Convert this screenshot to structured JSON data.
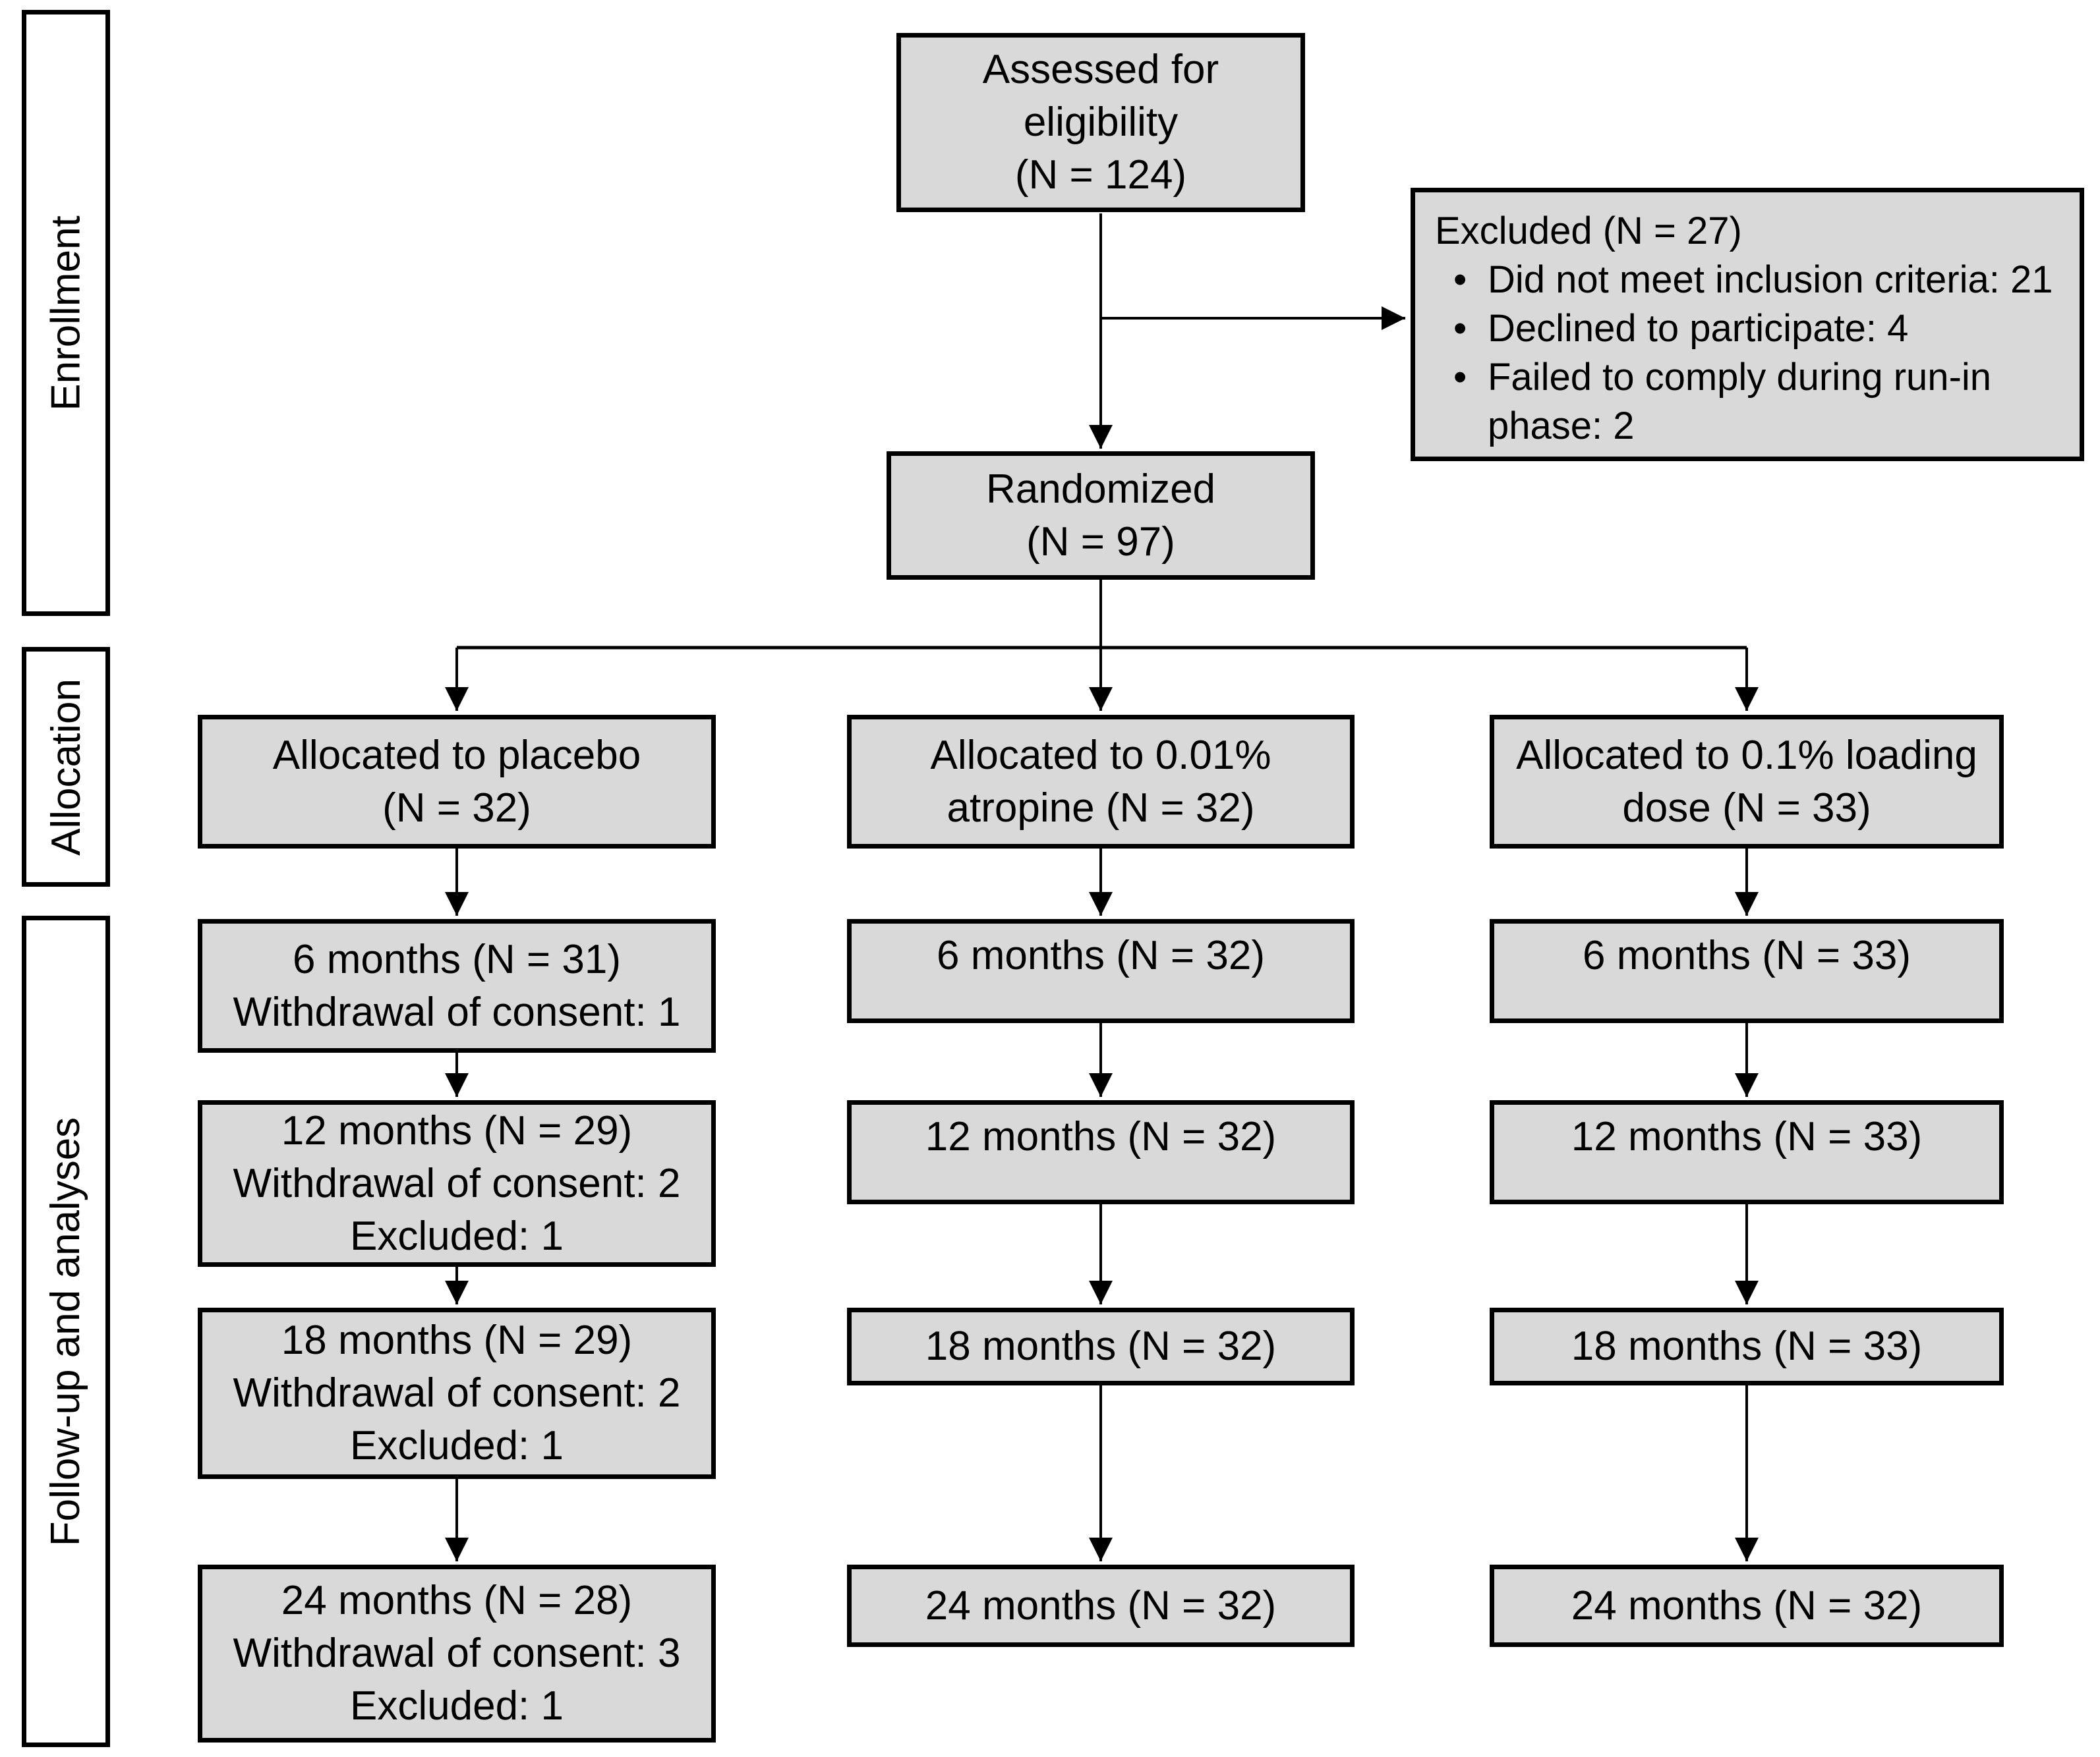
{
  "stages": {
    "enrollment": "Enrollment",
    "allocation": "Allocation",
    "followup": "Follow-up and analyses"
  },
  "bullet_char": "•",
  "boxes": {
    "assessed": {
      "lines": [
        "Assessed for",
        "eligibility",
        "(N = 124)"
      ]
    },
    "excluded": {
      "title": "Excluded (N = 27)",
      "bullets": [
        {
          "lines": [
            "Did not meet inclusion criteria: 21"
          ]
        },
        {
          "lines": [
            "Declined to participate: 4"
          ]
        },
        {
          "lines": [
            "Failed to comply during run-in",
            "phase: 2"
          ]
        }
      ]
    },
    "randomized": {
      "lines": [
        "Randomized",
        "(N = 97)"
      ]
    },
    "alloc_placebo": {
      "lines": [
        "Allocated to placebo",
        "(N = 32)"
      ]
    },
    "alloc_atropine001": {
      "lines": [
        "Allocated to 0.01%",
        "atropine (N = 32)"
      ]
    },
    "alloc_atropine01": {
      "lines": [
        "Allocated to 0.1% loading",
        "dose (N = 33)"
      ]
    },
    "placebo_6m": {
      "lines": [
        "6 months (N = 31)",
        "Withdrawal of consent: 1"
      ]
    },
    "placebo_12m": {
      "lines": [
        "12 months (N = 29)",
        "Withdrawal of consent: 2",
        "Excluded: 1"
      ]
    },
    "placebo_18m": {
      "lines": [
        "18 months (N = 29)",
        "Withdrawal of consent: 2",
        "Excluded: 1"
      ]
    },
    "placebo_24m": {
      "lines": [
        "24 months (N = 28)",
        "Withdrawal of consent: 3",
        "Excluded: 1"
      ]
    },
    "atropine001_6m": "6 months (N = 32)",
    "atropine001_12m": "12 months (N = 32)",
    "atropine001_18m": "18 months (N = 32)",
    "atropine001_24m": "24 months (N = 32)",
    "atropine01_6m": "6 months (N = 33)",
    "atropine01_12m": "12 months (N = 33)",
    "atropine01_18m": "18 months (N = 33)",
    "atropine01_24m": "24 months (N = 32)"
  },
  "colors": {
    "box_fill": "#d9d9d9",
    "box_border": "#000000",
    "label_fill": "#ffffff",
    "line": "#000000"
  }
}
